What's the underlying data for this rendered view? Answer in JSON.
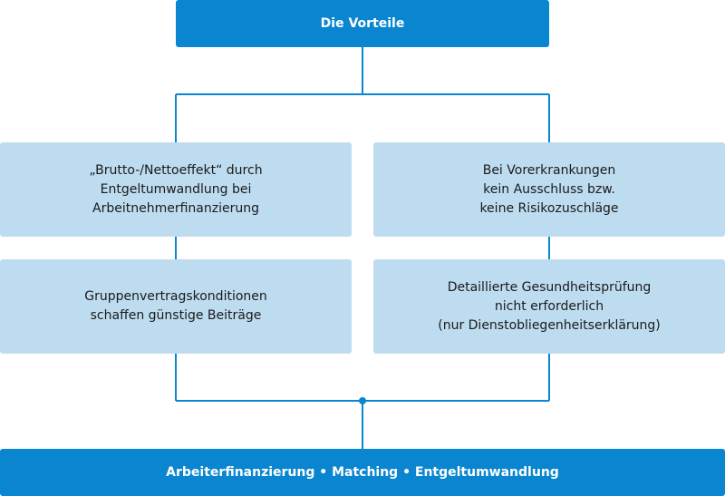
{
  "diagram": {
    "header": "Die Vorteile",
    "left": [
      "„Brutto-/Nettoeffekt“ durch\nEntgeltumwandlung bei\nArbeitnehmerfinanzierung",
      "Gruppenvertragskonditionen\nschaffen günstige Beiträge"
    ],
    "right": [
      "Bei Vorerkrankungen\nkein Ausschluss bzw.\nkeine Risikozuschläge",
      "Detaillierte Gesundheitsprüfung\nnicht erforderlich\n(nur Dienstobliegenheitserklärung)"
    ],
    "footer": "Arbeiterfinanzierung • Matching • Entgeltumwandlung"
  },
  "colors": {
    "dark_box": "#0a85cf",
    "light_box": "#bedcf0",
    "connector": "#0a85cf"
  }
}
